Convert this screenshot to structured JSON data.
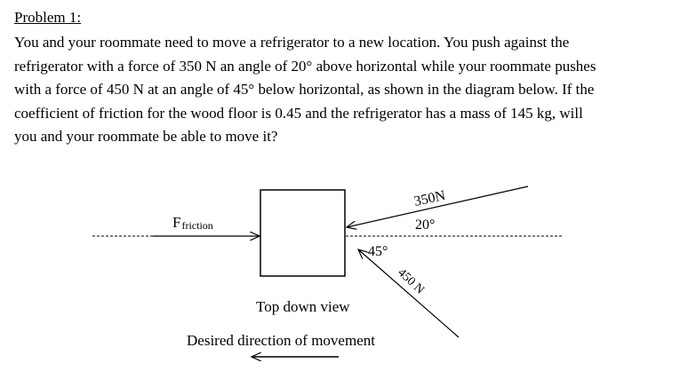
{
  "problem": {
    "heading": "Problem 1:",
    "lines": [
      "You and your roommate need to move a refrigerator to a new location.  You push against the",
      "refrigerator with a force of 350 N an angle of 20° above horizontal while your roommate pushes",
      "with a force of 450 N at an angle of 45° below horizontal, as shown in the diagram below.  If the",
      "coefficient of friction for the wood floor is 0.45 and the refrigerator has a mass of 145 kg, will",
      "you and your roommate be able to move it?"
    ]
  },
  "diagram": {
    "friction_main": "F",
    "friction_sub": "friction",
    "force_350_label": "350N",
    "angle_20_label": "20°",
    "angle_45_label": "45°",
    "force_450_label": "450 N",
    "view_label": "Top down view",
    "direction_label": "Desired direction of movement"
  }
}
